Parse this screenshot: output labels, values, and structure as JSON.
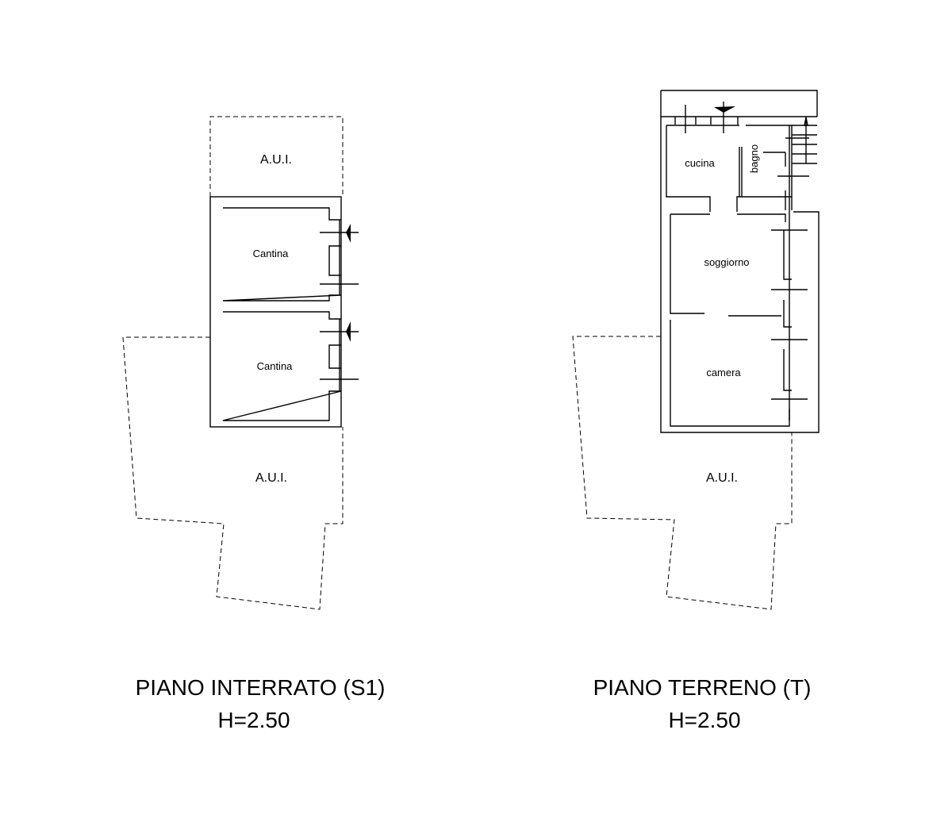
{
  "plans": [
    {
      "title": "PIANO INTERRATO (S1)",
      "height_label": "H=2.50",
      "labels": {
        "aui_top": "A.U.I.",
        "aui_bottom": "A.U.I."
      },
      "rooms": [
        "Cantina",
        "Cantina"
      ]
    },
    {
      "title": "PIANO TERRENO (T)",
      "height_label": "H=2.50",
      "labels": {
        "aui_bottom": "A.U.I."
      },
      "rooms": [
        "cucina",
        "bagno",
        "soggiorno",
        "camera"
      ]
    }
  ]
}
